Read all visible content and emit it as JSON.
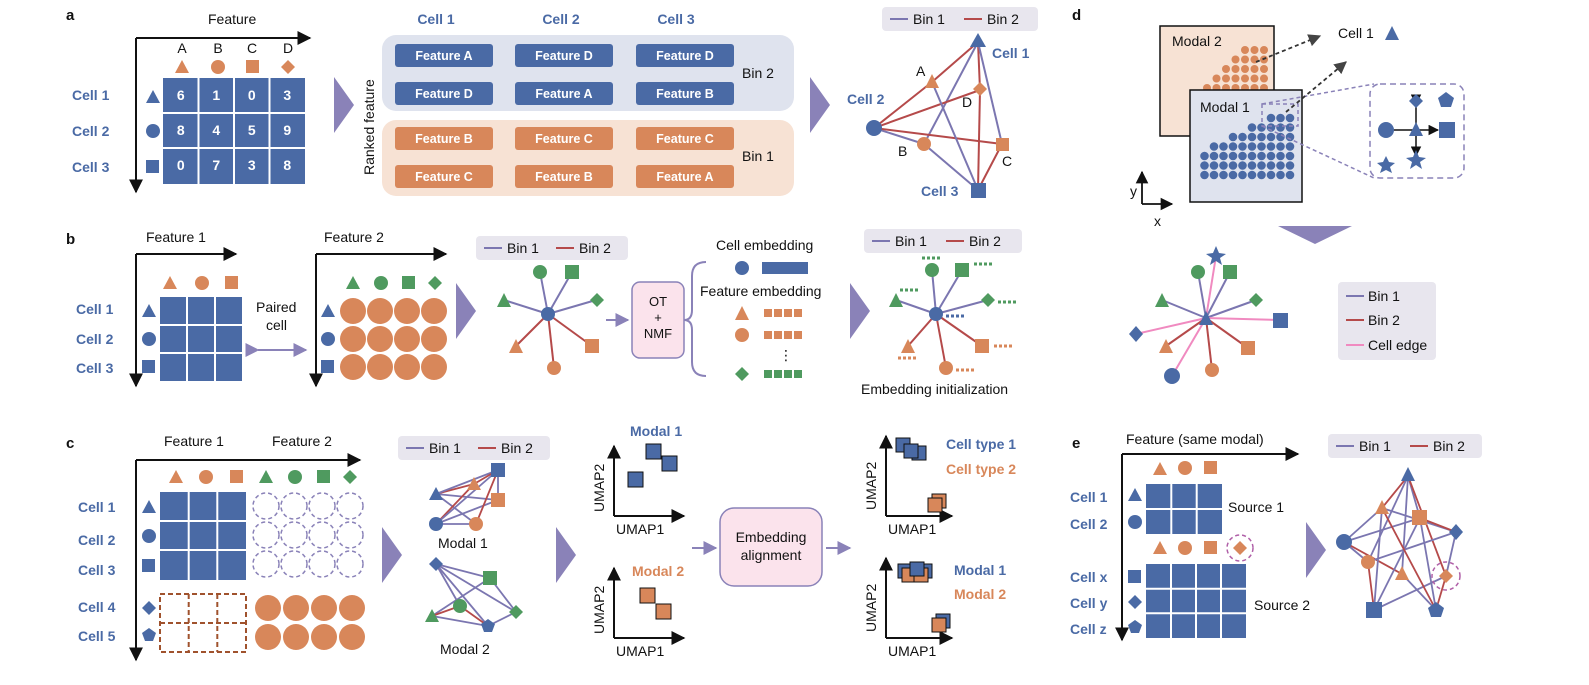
{
  "panel_labels": {
    "a": "a",
    "b": "b",
    "c": "c",
    "d": "d",
    "e": "e"
  },
  "panel_a": {
    "axis_feature": "Feature",
    "features": [
      "A",
      "B",
      "C",
      "D"
    ],
    "cells": [
      "Cell 1",
      "Cell 2",
      "Cell 3"
    ],
    "matrix": [
      [
        "6",
        "1",
        "0",
        "3"
      ],
      [
        "8",
        "4",
        "5",
        "9"
      ],
      [
        "0",
        "7",
        "3",
        "8"
      ]
    ],
    "ranked_feature_label": "Ranked feature",
    "cell_headers": [
      "Cell 1",
      "Cell 2",
      "Cell 3"
    ],
    "bin2_label": "Bin 2",
    "bin1_label": "Bin 1",
    "bin2_rows": [
      [
        "Feature A",
        "Feature D",
        "Feature D"
      ],
      [
        "Feature D",
        "Feature A",
        "Feature B"
      ]
    ],
    "bin1_rows": [
      [
        "Feature B",
        "Feature C",
        "Feature C"
      ],
      [
        "Feature C",
        "Feature B",
        "Feature A"
      ]
    ],
    "legend": {
      "bin1": "Bin 1",
      "bin2": "Bin 2"
    },
    "graph": {
      "cell1": "Cell 1",
      "cell2": "Cell 2",
      "cell3": "Cell 3",
      "A": "A",
      "B": "B",
      "C": "C",
      "D": "D"
    }
  },
  "panel_b": {
    "feature1": "Feature 1",
    "feature2": "Feature 2",
    "cells": [
      "Cell 1",
      "Cell 2",
      "Cell 3"
    ],
    "paired_cell": [
      "Paired",
      "cell"
    ],
    "legend": {
      "bin1": "Bin 1",
      "bin2": "Bin 2"
    },
    "ot_nmf": [
      "OT",
      "+",
      "NMF"
    ],
    "cell_embedding": "Cell embedding",
    "feature_embedding": "Feature embedding",
    "dots": "⋮",
    "legend2": {
      "bin1": "Bin 1",
      "bin2": "Bin 2"
    },
    "embedding_initialization": "Embedding initialization"
  },
  "panel_c": {
    "feature1": "Feature 1",
    "feature2": "Feature 2",
    "cells": [
      "Cell 1",
      "Cell 2",
      "Cell 3",
      "Cell 4",
      "Cell 5"
    ],
    "legend": {
      "bin1": "Bin 1",
      "bin2": "Bin 2"
    },
    "modal1": "Modal 1",
    "modal2": "Modal 2",
    "umap1": "UMAP1",
    "umap2": "UMAP2",
    "umap_modal1": "Modal 1",
    "umap_modal2": "Modal 2",
    "embedding_alignment": [
      "Embedding",
      "alignment"
    ],
    "cell_type1": "Cell type 1",
    "cell_type2": "Cell type 2",
    "out_modal1": "Modal 1",
    "out_modal2": "Modal 2"
  },
  "panel_d": {
    "modal2": "Modal 2",
    "modal1": "Modal 1",
    "cell1": "Cell 1",
    "axis_x": "x",
    "axis_y": "y",
    "legend": {
      "bin1": "Bin 1",
      "bin2": "Bin 2",
      "cell_edge": "Cell edge"
    }
  },
  "panel_e": {
    "feature_axis": "Feature (same modal)",
    "cells": [
      "Cell 1",
      "Cell 2",
      "Cell x",
      "Cell y",
      "Cell z"
    ],
    "source1": "Source 1",
    "source2": "Source 2",
    "legend": {
      "bin1": "Bin 1",
      "bin2": "Bin 2"
    }
  },
  "colors": {
    "blue": "#4a6aa5",
    "orange": "#d8875a",
    "green": "#4f9a5f",
    "purple_line": "#7b76b0",
    "red_line": "#b54a4a",
    "pink_line": "#f08ac0",
    "bin2_bg": "#dfe3ee",
    "bin1_bg": "#f7e2d4",
    "legend_bg": "#e8e6ee",
    "arrow_purple": "#8a82b8"
  }
}
